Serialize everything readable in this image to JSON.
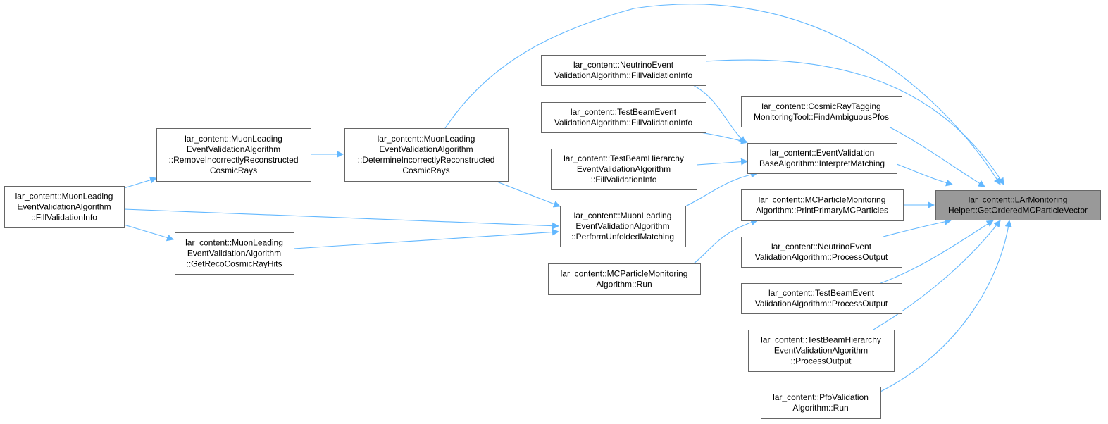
{
  "colors": {
    "edge": "#63b8ff",
    "node_fill": "#ffffff",
    "node_border": "#666666",
    "text": "#000000",
    "focus_fill": "#999999",
    "focus_border": "#666666"
  },
  "nodes": [
    {
      "id": "target",
      "focus": true,
      "lines": [
        "lar_content::LArMonitoring",
        "Helper::GetOrderedMCParticleVector"
      ]
    },
    {
      "id": "nu_fill",
      "lines": [
        "lar_content::NeutrinoEvent",
        "ValidationAlgorithm::FillValidationInfo"
      ]
    },
    {
      "id": "cosmic_tag",
      "lines": [
        "lar_content::CosmicRayTagging",
        "MonitoringTool::FindAmbiguousPfos"
      ]
    },
    {
      "id": "tb_fill",
      "lines": [
        "lar_content::TestBeamEvent",
        "ValidationAlgorithm::FillValidationInfo"
      ]
    },
    {
      "id": "evb_interpret",
      "lines": [
        "lar_content::EventValidation",
        "BaseAlgorithm::InterpretMatching"
      ]
    },
    {
      "id": "tbh_fill",
      "lines": [
        "lar_content::TestBeamHierarchy",
        "EventValidationAlgorithm",
        "::FillValidationInfo"
      ]
    },
    {
      "id": "mc_print",
      "lines": [
        "lar_content::MCParticleMonitoring",
        "Algorithm::PrintPrimaryMCParticles"
      ]
    },
    {
      "id": "muon_perform",
      "lines": [
        "lar_content::MuonLeading",
        "EventValidationAlgorithm",
        "::PerformUnfoldedMatching"
      ]
    },
    {
      "id": "nu_process",
      "lines": [
        "lar_content::NeutrinoEvent",
        "ValidationAlgorithm::ProcessOutput"
      ]
    },
    {
      "id": "mc_run",
      "lines": [
        "lar_content::MCParticleMonitoring",
        "Algorithm::Run"
      ]
    },
    {
      "id": "tb_process",
      "lines": [
        "lar_content::TestBeamEvent",
        "ValidationAlgorithm::ProcessOutput"
      ]
    },
    {
      "id": "tbh_process",
      "lines": [
        "lar_content::TestBeamHierarchy",
        "EventValidationAlgorithm",
        "::ProcessOutput"
      ]
    },
    {
      "id": "pfo_run",
      "lines": [
        "lar_content::PfoValidation",
        "Algorithm::Run"
      ]
    },
    {
      "id": "muon_determine",
      "lines": [
        "lar_content::MuonLeading",
        "EventValidationAlgorithm",
        "::DetermineIncorrectlyReconstructed",
        "CosmicRays"
      ]
    },
    {
      "id": "muon_remove",
      "lines": [
        "lar_content::MuonLeading",
        "EventValidationAlgorithm",
        "::RemoveIncorrectlyReconstructed",
        "CosmicRays"
      ]
    },
    {
      "id": "muon_fill",
      "lines": [
        "lar_content::MuonLeading",
        "EventValidationAlgorithm",
        "::FillValidationInfo"
      ]
    },
    {
      "id": "muon_getreco",
      "lines": [
        "lar_content::MuonLeading",
        "EventValidationAlgorithm",
        "::GetRecoCosmicRayHits"
      ]
    }
  ],
  "edges": [
    {
      "from": "nu_fill",
      "to": "target"
    },
    {
      "from": "nu_fill",
      "to": "evb_interpret"
    },
    {
      "from": "cosmic_tag",
      "to": "target"
    },
    {
      "from": "tb_fill",
      "to": "evb_interpret"
    },
    {
      "from": "evb_interpret",
      "to": "target"
    },
    {
      "from": "tbh_fill",
      "to": "evb_interpret"
    },
    {
      "from": "mc_print",
      "to": "target"
    },
    {
      "from": "muon_perform",
      "to": "evb_interpret"
    },
    {
      "from": "nu_process",
      "to": "target"
    },
    {
      "from": "mc_run",
      "to": "mc_print"
    },
    {
      "from": "tb_process",
      "to": "target"
    },
    {
      "from": "tbh_process",
      "to": "target"
    },
    {
      "from": "pfo_run",
      "to": "target"
    },
    {
      "from": "muon_determine",
      "to": "target"
    },
    {
      "from": "muon_determine",
      "to": "muon_perform"
    },
    {
      "from": "muon_remove",
      "to": "muon_determine"
    },
    {
      "from": "muon_fill",
      "to": "muon_remove"
    },
    {
      "from": "muon_fill",
      "to": "muon_perform"
    },
    {
      "from": "muon_fill",
      "to": "muon_getreco"
    },
    {
      "from": "muon_getreco",
      "to": "muon_perform"
    }
  ]
}
